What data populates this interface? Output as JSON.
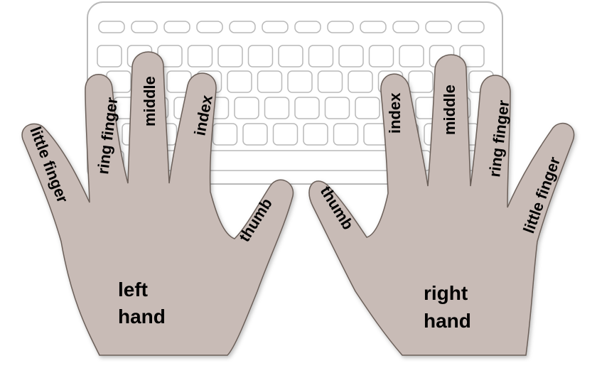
{
  "left_hand": {
    "fingers": {
      "little": "little finger",
      "ring": "ring finger",
      "middle": "middle",
      "index": "index",
      "thumb": "thumb"
    },
    "hand_line1": "left",
    "hand_line2": "hand"
  },
  "right_hand": {
    "fingers": {
      "thumb": "thumb",
      "index": "index",
      "middle": "middle",
      "ring": "ring finger",
      "little": "little finger"
    },
    "hand_line1": "right",
    "hand_line2": "hand"
  },
  "colors": {
    "hand_fill": "#c8bbb6",
    "hand_stroke": "#6b5e59",
    "keyboard_stroke": "#b9b9b9",
    "key_fill": "#ffffff"
  }
}
